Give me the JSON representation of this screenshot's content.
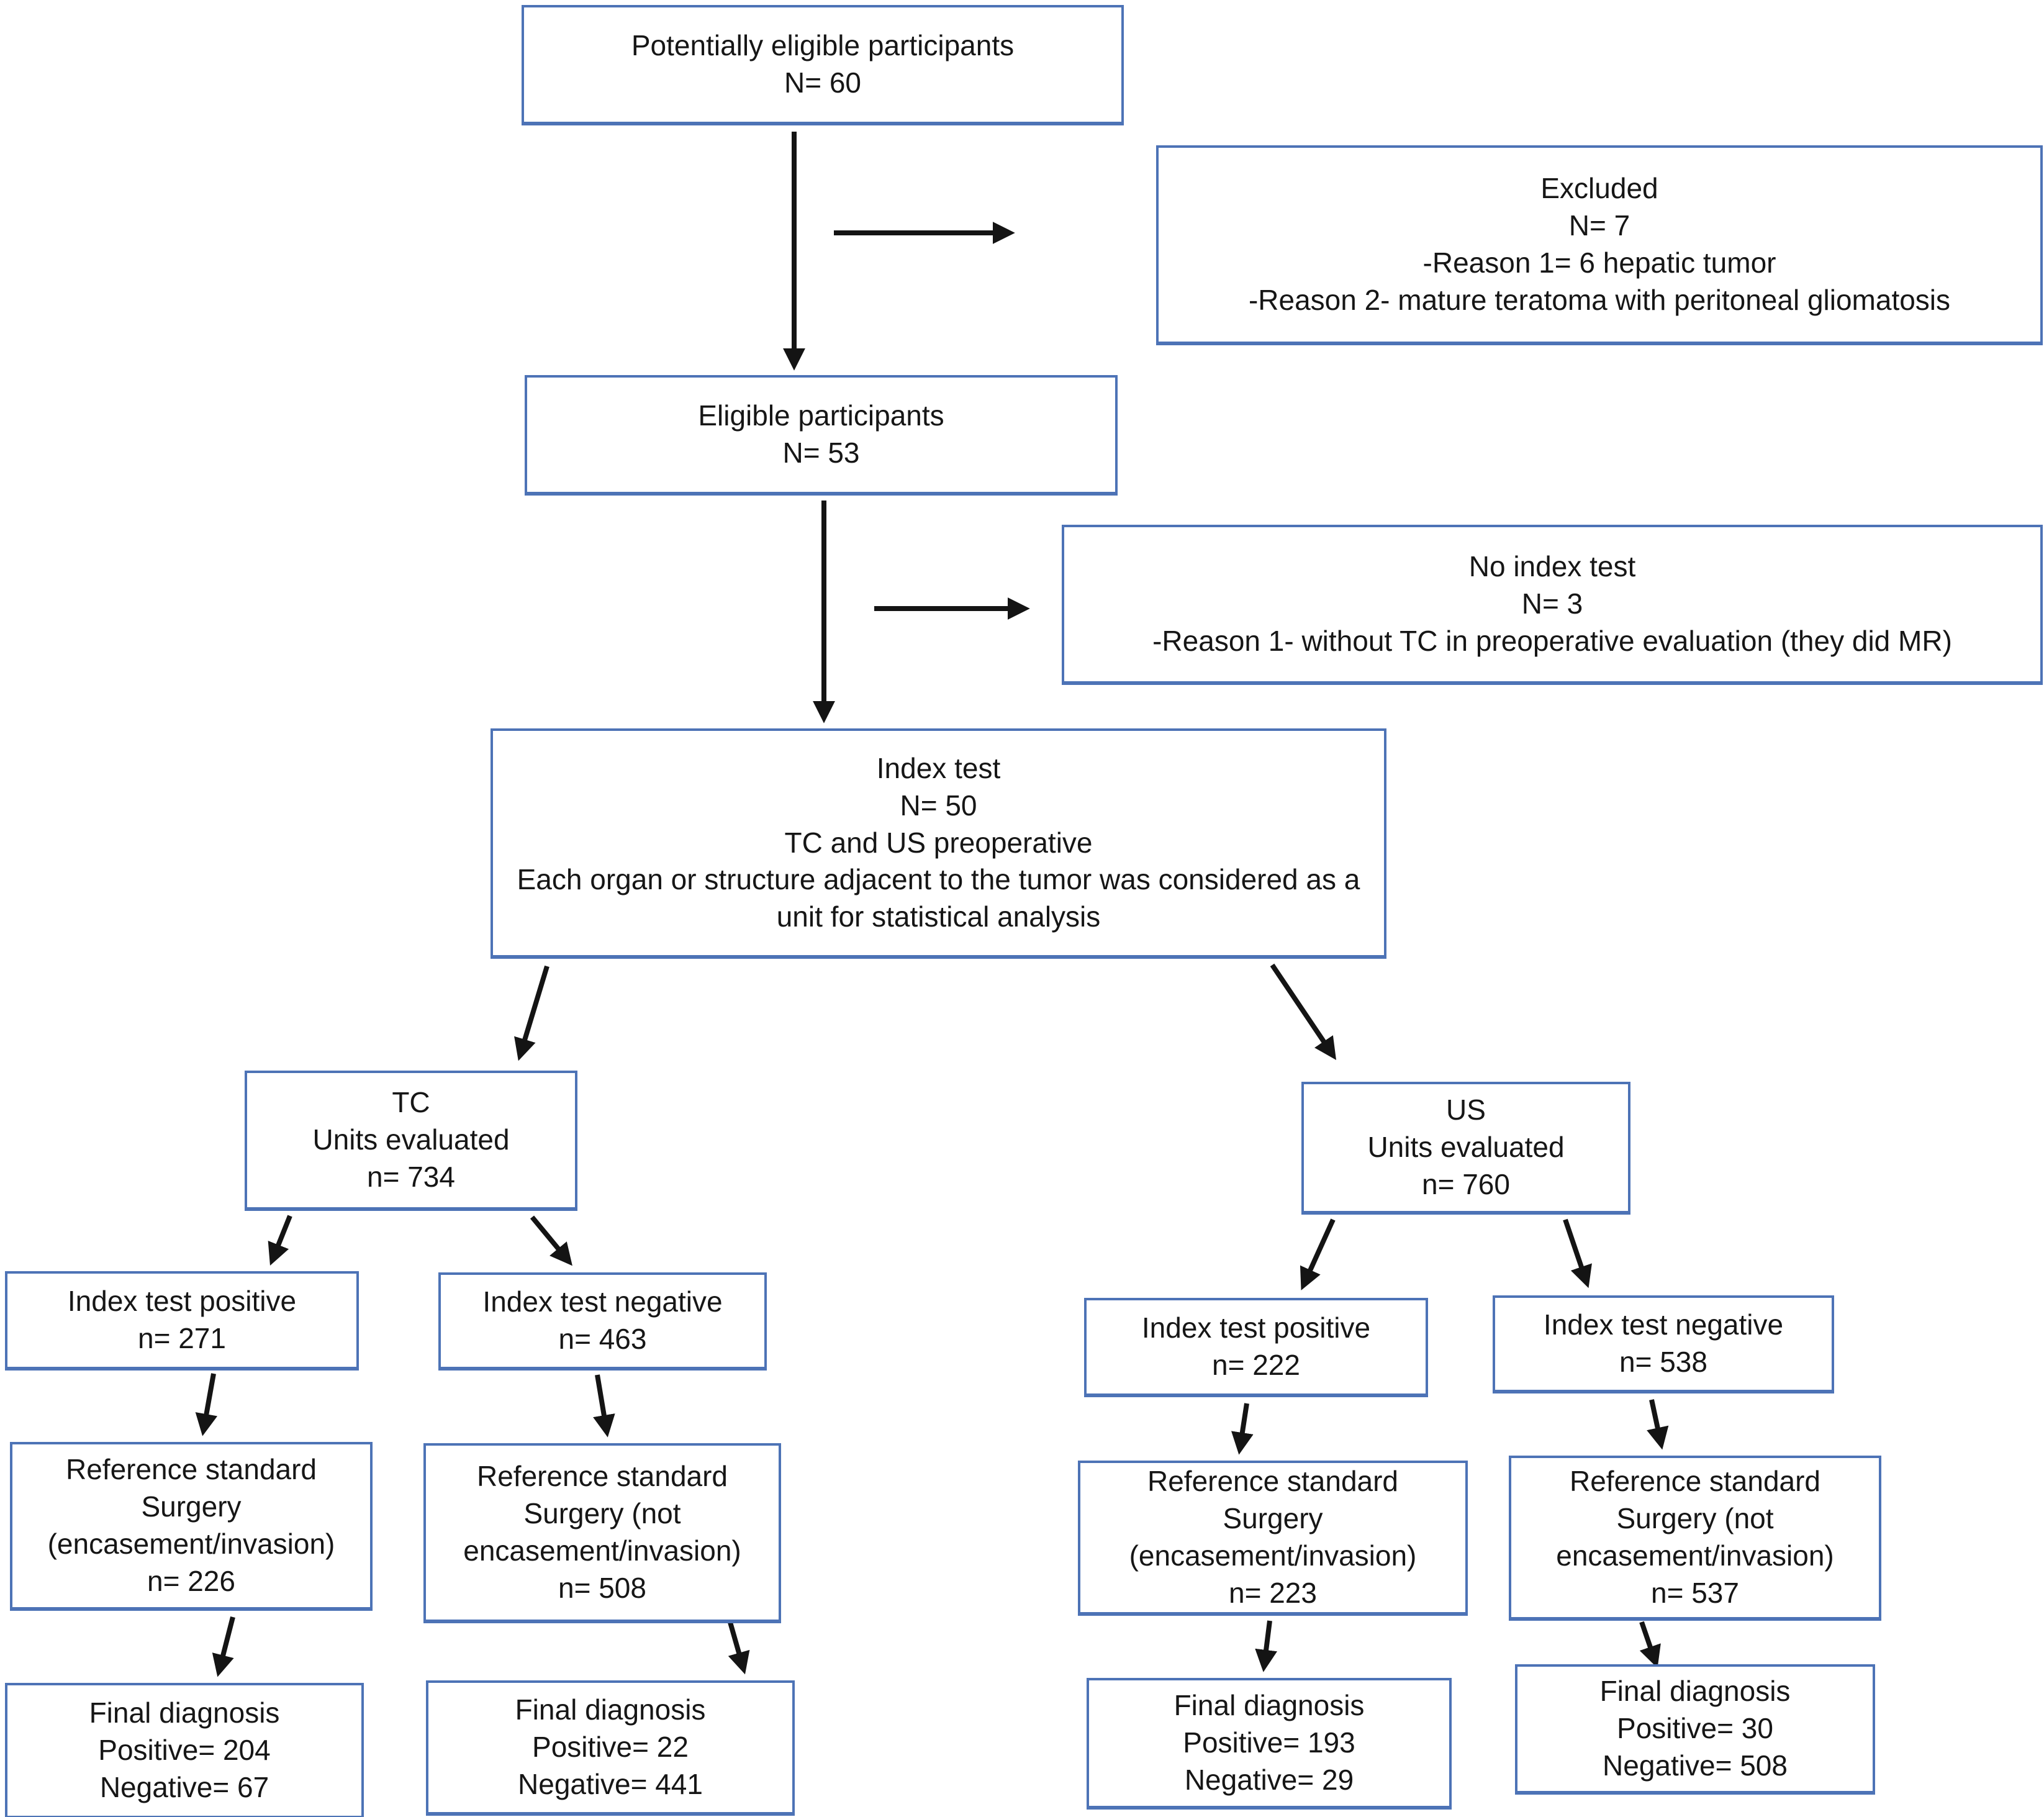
{
  "diagram": {
    "accent_color": "#4d73b6",
    "arrow_color": "#141414",
    "boxes": {
      "potentially_eligible": [
        "Potentially eligible participants",
        "N= 60"
      ],
      "excluded": [
        "Excluded",
        "N= 7",
        "-Reason 1= 6 hepatic tumor",
        "-Reason 2- mature teratoma with peritoneal gliomatosis"
      ],
      "eligible": [
        "Eligible participants",
        "N= 53"
      ],
      "no_index_test": [
        "No index test",
        "N= 3",
        "-Reason 1- without TC in preoperative evaluation (they did MR)"
      ],
      "index_test": [
        "Index test",
        "N= 50",
        "TC and US preoperative",
        "Each organ or structure adjacent to the tumor was considered as a unit for statistical analysis"
      ],
      "tc_units": [
        "TC",
        "Units evaluated",
        "n= 734"
      ],
      "us_units": [
        "US",
        "Units evaluated",
        "n= 760"
      ],
      "tc_index_positive": [
        "Index test positive",
        "n= 271"
      ],
      "tc_index_negative": [
        "Index test negative",
        "n= 463"
      ],
      "us_index_positive": [
        "Index test positive",
        "n= 222"
      ],
      "us_index_negative": [
        "Index test negative",
        "n= 538"
      ],
      "tc_ref_positive": [
        "Reference standard",
        "Surgery",
        "(encasement/invasion)",
        "n= 226"
      ],
      "tc_ref_negative": [
        "Reference standard",
        "Surgery (not",
        "encasement/invasion)",
        "n= 508"
      ],
      "us_ref_positive": [
        "Reference standard",
        "Surgery",
        "(encasement/invasion)",
        "n= 223"
      ],
      "us_ref_negative": [
        "Reference standard",
        "Surgery (not",
        "encasement/invasion)",
        "n= 537"
      ],
      "tc_final_positive": [
        "Final diagnosis",
        "Positive= 204",
        "Negative= 67"
      ],
      "tc_final_negative": [
        "Final diagnosis",
        "Positive= 22",
        "Negative= 441"
      ],
      "us_final_positive": [
        "Final diagnosis",
        "Positive= 193",
        "Negative= 29"
      ],
      "us_final_negative": [
        "Final diagnosis",
        "Positive= 30",
        "Negative= 508"
      ]
    }
  }
}
